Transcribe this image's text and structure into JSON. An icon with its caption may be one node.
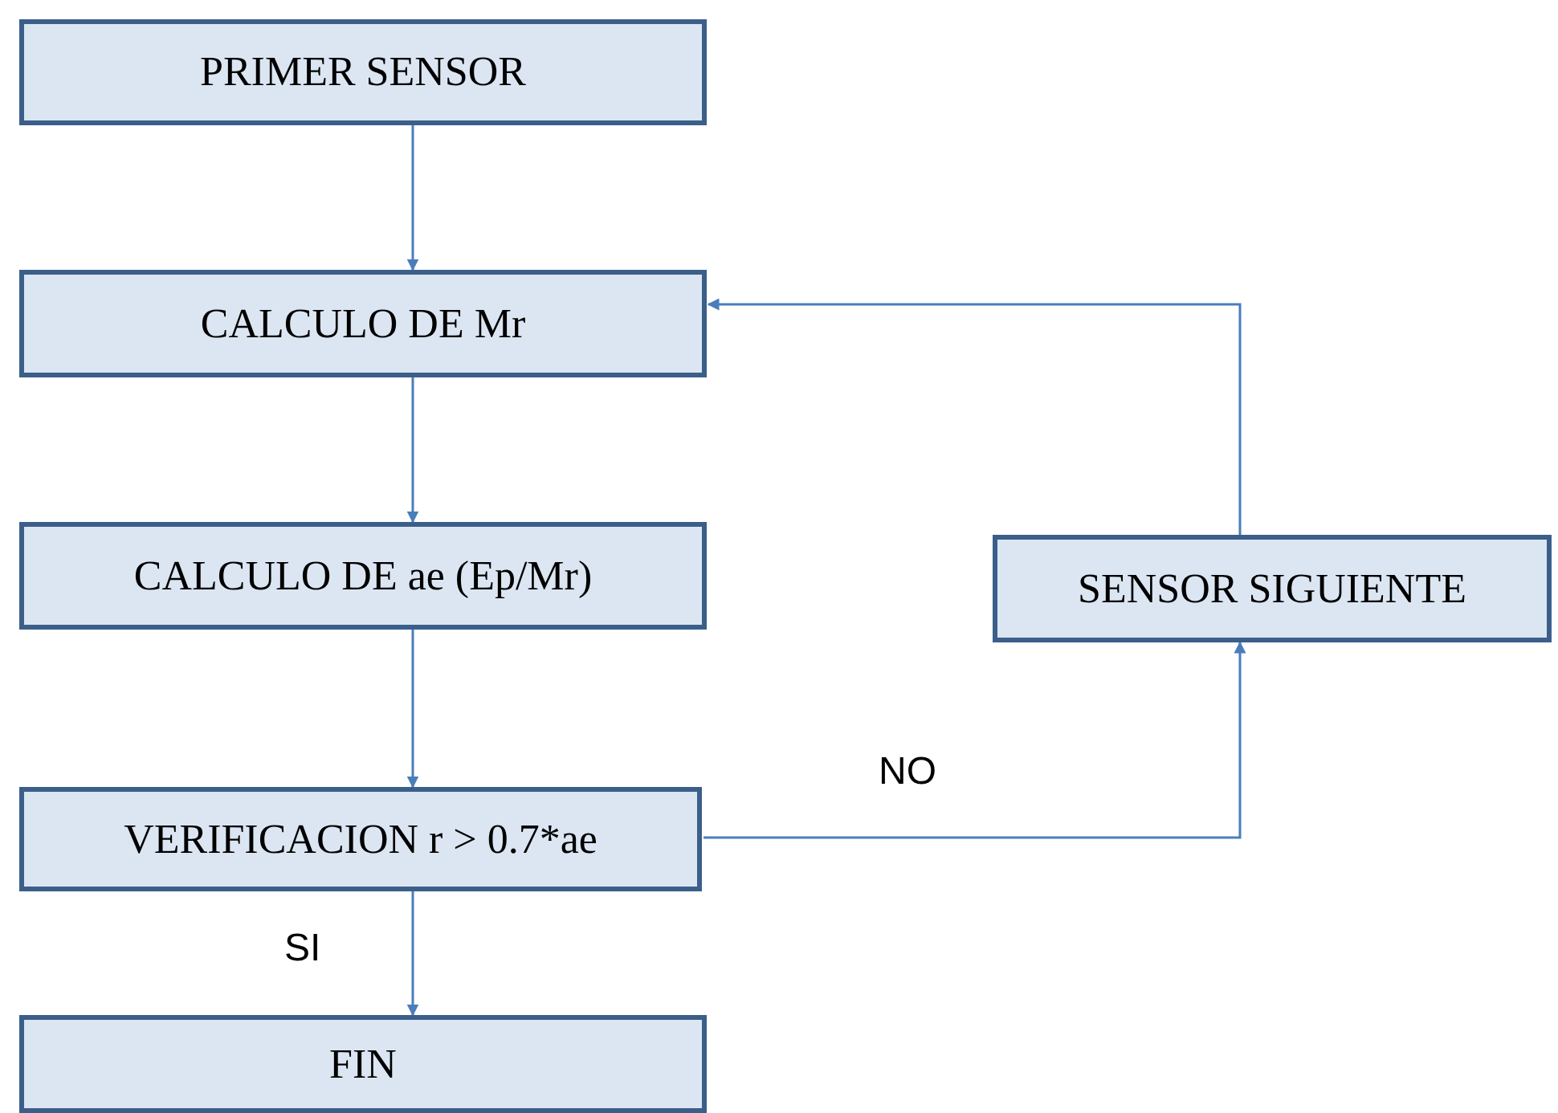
{
  "diagram": {
    "nodes": [
      {
        "text": [
          "PRIMER SENSOR"
        ]
      },
      {
        "text": [
          "CALCULO DE Mr"
        ]
      },
      {
        "text": [
          "CALCULO DE ae (Ep/Mr)"
        ]
      },
      {
        "text": [
          "SENSOR SIGUIENTE"
        ]
      },
      {
        "text": [
          "VERIFICACION r > 0.7*ae"
        ]
      },
      {
        "text": [
          "FIN"
        ]
      }
    ],
    "edges": [
      {
        "from": 0,
        "to": 1,
        "arrow": "to"
      },
      {
        "from": 1,
        "to": 2,
        "arrow": "to"
      },
      {
        "from": 2,
        "to": 4,
        "arrow": "to"
      },
      {
        "from": 4,
        "to": 3,
        "arrow": "to",
        "label": "NO"
      },
      {
        "from": 3,
        "to": 1,
        "arrow": "to"
      },
      {
        "from": 4,
        "to": 5,
        "arrow": "to",
        "label": "SI"
      }
    ]
  }
}
